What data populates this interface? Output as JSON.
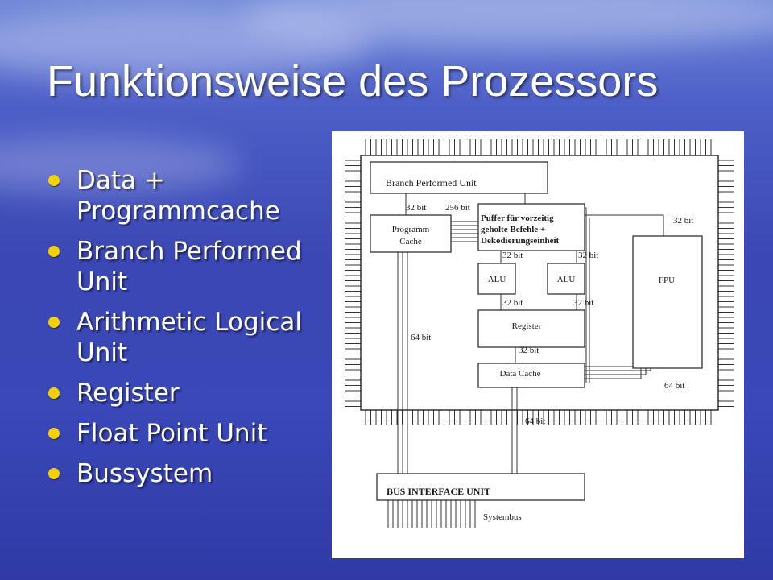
{
  "slide": {
    "title": "Funktionsweise des Prozessors",
    "bullets": [
      "Data + Programmcache",
      "Branch Performed Unit",
      "Arithmetic Logical Unit",
      "Register",
      "Float Point Unit",
      "Bussystem"
    ]
  },
  "diagram": {
    "blocks": {
      "branch": "Branch  Performed  Unit",
      "program_cache_1": "Programm",
      "program_cache_2": "Cache",
      "buffer_1": "Puffer für vorzeitig",
      "buffer_2": "geholte Befehle +",
      "buffer_3": "Dekodierungseinheit",
      "alu1": "ALU",
      "alu2": "ALU",
      "fpu": "FPU",
      "register": "Register",
      "data_cache": "Data  Cache",
      "bus_interface": "BUS   INTERFACE   UNIT",
      "systembus": "Systembus"
    },
    "labels": {
      "b32_prog": "32 bit",
      "b256": "256 bit",
      "b32_fpu": "32 bit",
      "b32_alu1_top": "32 bit",
      "b32_alu2_top": "32 bit",
      "b32_alu1_bot": "32 bit",
      "b32_alu2_bot": "32 bit",
      "b64_left": "64 bit",
      "b32_reg": "32 bit",
      "b64_right": "64 bit",
      "b64_bottom": "64 bit"
    }
  },
  "colors": {
    "bullet": "#f3d200",
    "title": "#ffffff"
  }
}
